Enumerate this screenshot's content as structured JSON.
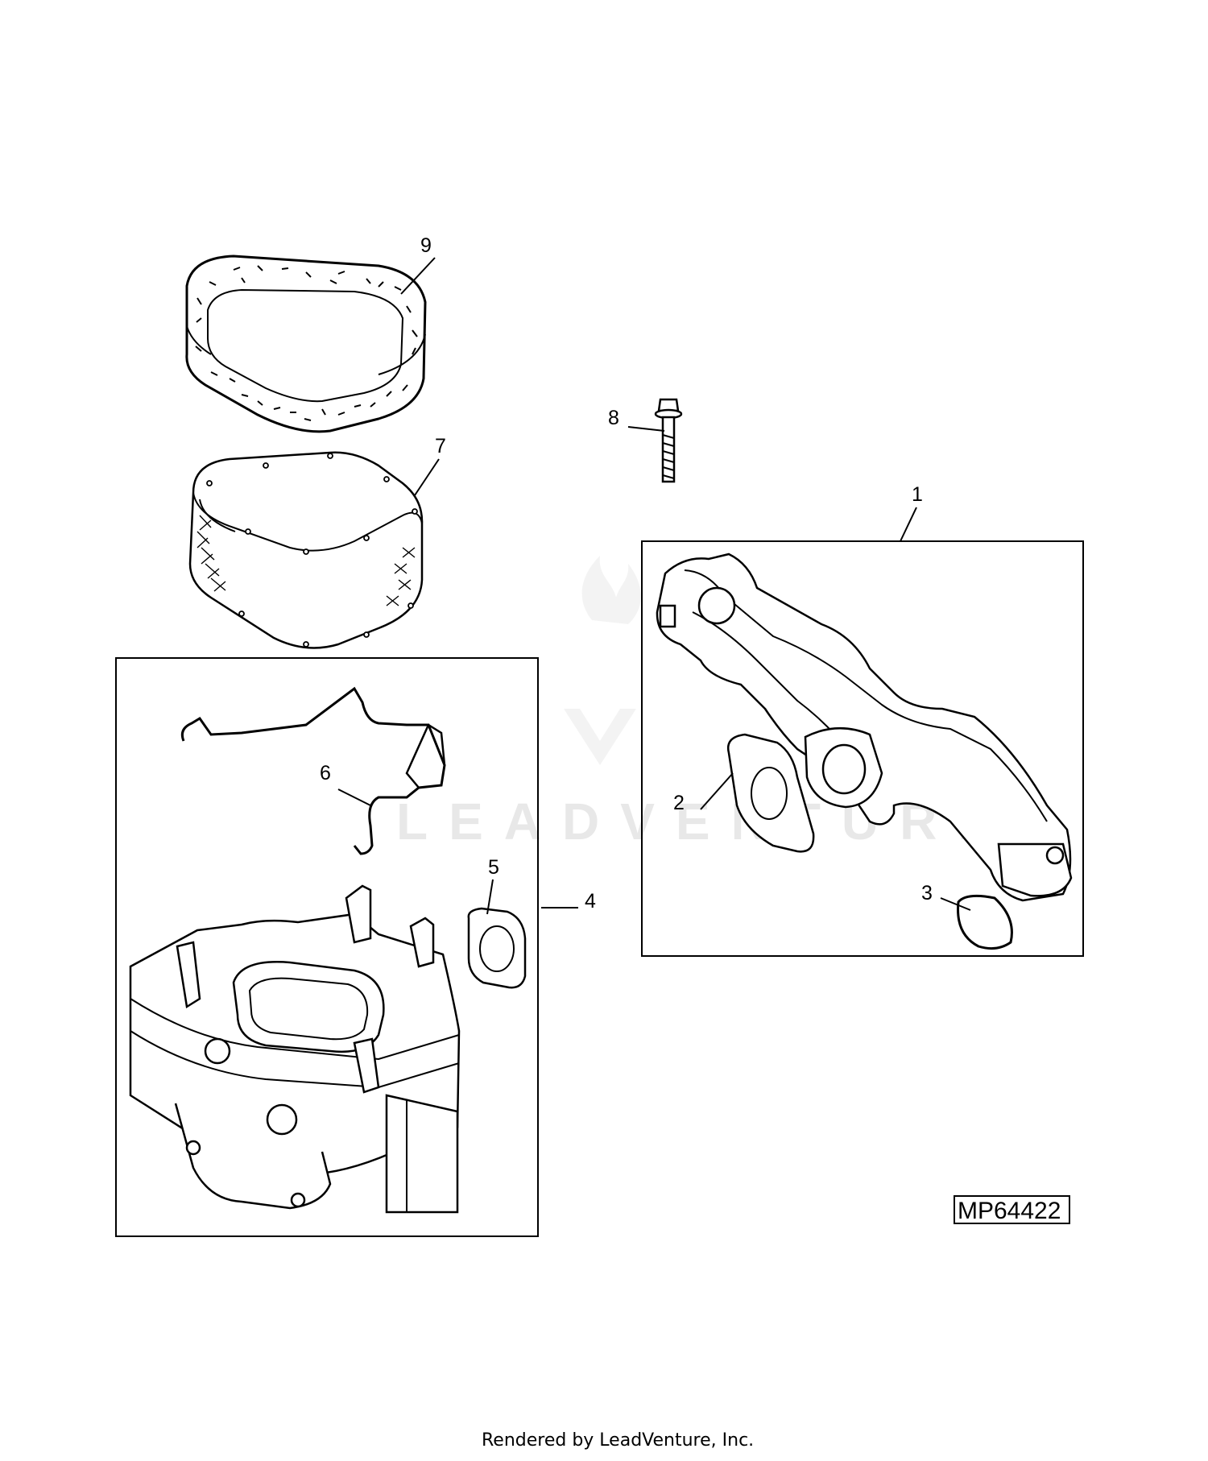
{
  "diagram": {
    "callouts": [
      "1",
      "2",
      "3",
      "4",
      "5",
      "6",
      "7",
      "8",
      "9"
    ],
    "reference_code": "MP64422",
    "watermark": "LEADVENTURE",
    "footer": "Rendered by LeadVenture, Inc."
  },
  "colors": {
    "line": "#000000",
    "background": "#ffffff",
    "watermark": "#e8e8e8"
  },
  "icons": {
    "watermark_logo": "leadventure-flame-logo-icon"
  }
}
